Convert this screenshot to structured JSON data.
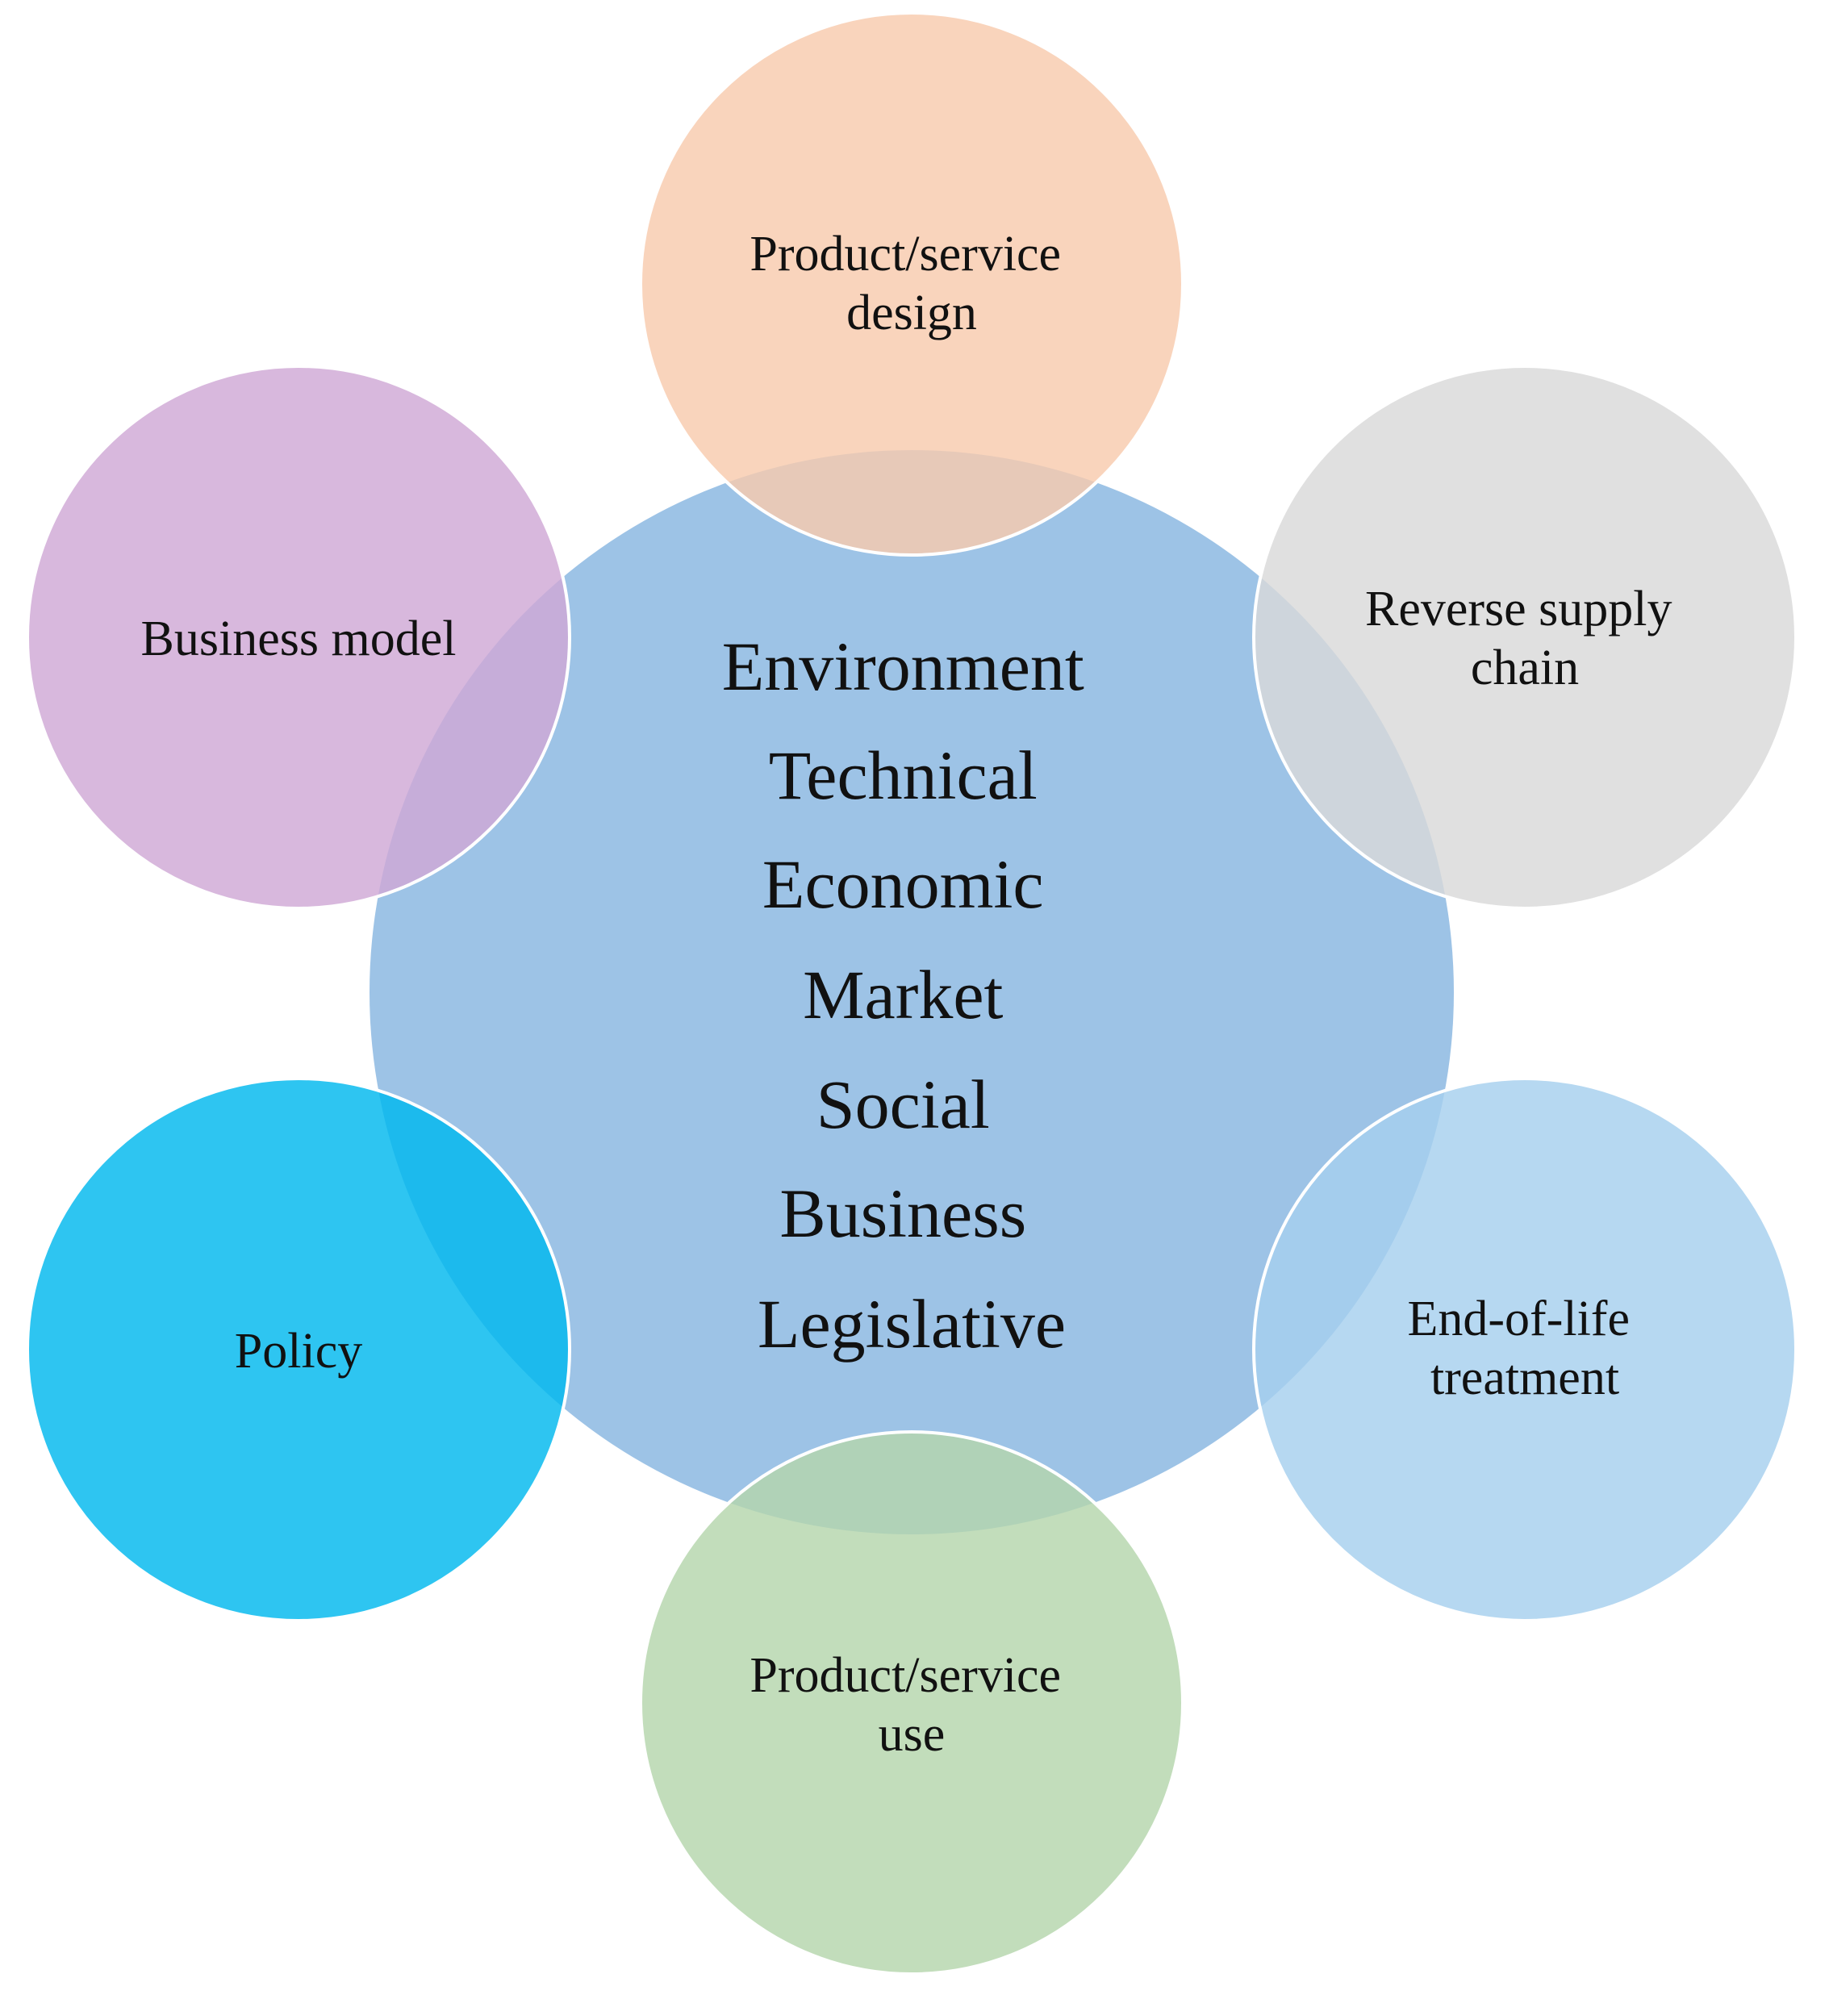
{
  "center": {
    "lines": [
      "Environment",
      "Technical",
      "Economic",
      "Market",
      "Social",
      "Business",
      "Legislative"
    ],
    "color": "#9DC3E6"
  },
  "satellites": [
    {
      "id": "product-service-design",
      "lines": [
        "Product/service",
        "design"
      ],
      "color": "#F8CBAD"
    },
    {
      "id": "reverse-supply-chain",
      "lines": [
        "Reverse supply",
        "chain"
      ],
      "color": "#D9D9D9"
    },
    {
      "id": "end-of-life-treatment",
      "lines": [
        "End-of-life",
        "treatment"
      ],
      "color": "#A6CFEE"
    },
    {
      "id": "product-service-use",
      "lines": [
        "Product/service",
        "use"
      ],
      "color": "#B5D5AC"
    },
    {
      "id": "policy",
      "lines": [
        "Policy"
      ],
      "color": "#00B8EE"
    },
    {
      "id": "business-model",
      "lines": [
        "Business model"
      ],
      "color": "#CFA8D6"
    }
  ]
}
